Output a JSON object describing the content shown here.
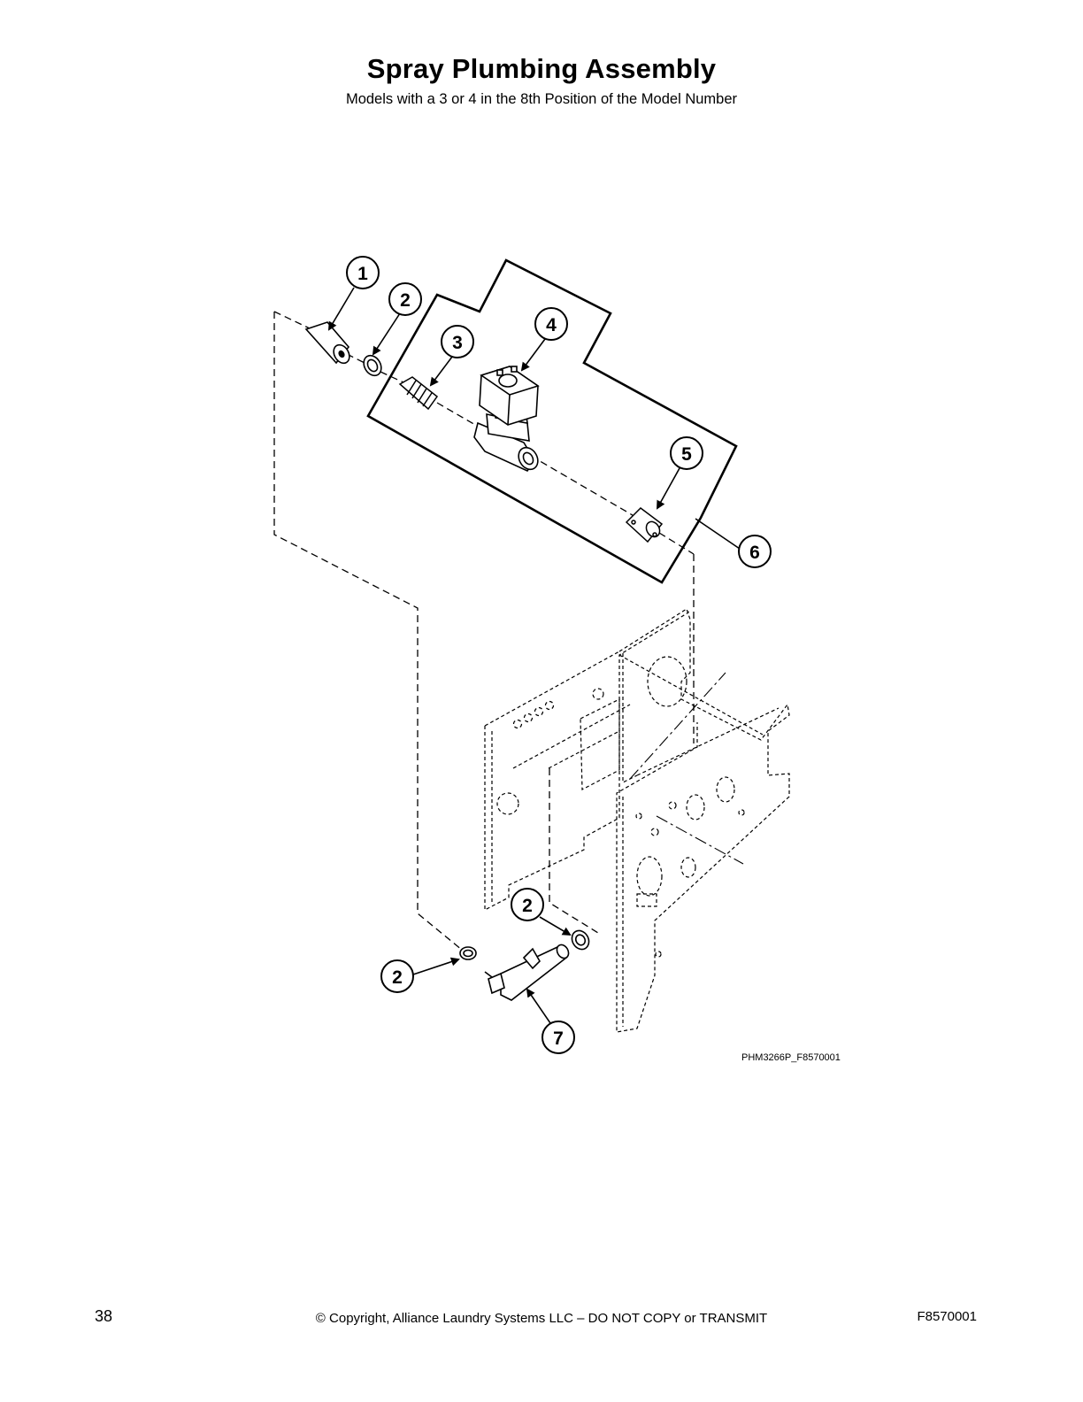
{
  "header": {
    "title": "Spray Plumbing Assembly",
    "subtitle": "Models with a 3 or 4 in the 8th Position of the Model Number"
  },
  "diagram": {
    "callouts": [
      {
        "label": "1",
        "part": "hose"
      },
      {
        "label": "2",
        "part": "hose-clamp"
      },
      {
        "label": "3",
        "part": "hose-fitting"
      },
      {
        "label": "4",
        "part": "solenoid-valve"
      },
      {
        "label": "5",
        "part": "spray-nozzle-flange"
      },
      {
        "label": "6",
        "part": "assembly-kit"
      },
      {
        "label": "2",
        "part": "hose-clamp"
      },
      {
        "label": "2",
        "part": "hose-clamp"
      },
      {
        "label": "7",
        "part": "tee-manifold"
      }
    ],
    "figure_code": "PHM3266P_F8570001"
  },
  "footer": {
    "page_number": "38",
    "copyright": "© Copyright, Alliance Laundry Systems LLC – DO NOT COPY or TRANSMIT",
    "doc_code": "F8570001"
  }
}
